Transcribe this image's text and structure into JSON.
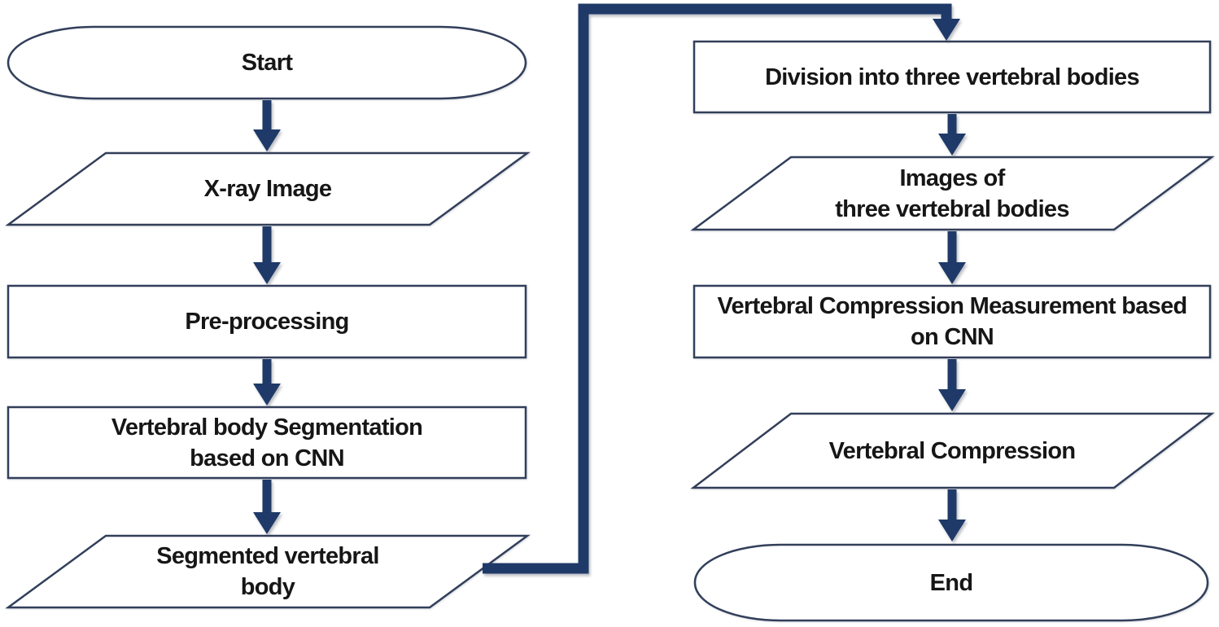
{
  "flowchart": {
    "description": "Flowchart of vertebral compression measurement pipeline based on CNN",
    "colors": {
      "background": "#ffffff",
      "shape_fill": "#ffffff",
      "shape_outline": "#323f5a",
      "arrow": "#1f3a68",
      "text": "#161616"
    },
    "nodes": {
      "start": {
        "shape": "terminator",
        "label": "Start"
      },
      "xray_image": {
        "shape": "data-parallelogram",
        "label": "X-ray Image"
      },
      "preprocessing": {
        "shape": "process",
        "label": "Pre-processing"
      },
      "segmentation": {
        "shape": "process",
        "label": "Vertebral body Segmentation\nbased on CNN"
      },
      "segmented_body": {
        "shape": "data-parallelogram",
        "label": "Segmented vertebral\nbody"
      },
      "division": {
        "shape": "process",
        "label": "Division into three vertebral bodies"
      },
      "images_three": {
        "shape": "data-parallelogram",
        "label": "Images of\nthree vertebral bodies"
      },
      "measurement": {
        "shape": "process",
        "label": "Vertebral Compression Measurement based\non CNN"
      },
      "compression": {
        "shape": "data-parallelogram",
        "label": "Vertebral Compression"
      },
      "end": {
        "shape": "terminator",
        "label": "End"
      }
    },
    "edges": [
      {
        "from": "start",
        "to": "xray_image",
        "type": "arrow-down"
      },
      {
        "from": "xray_image",
        "to": "preprocessing",
        "type": "arrow-down"
      },
      {
        "from": "preprocessing",
        "to": "segmentation",
        "type": "arrow-down"
      },
      {
        "from": "segmentation",
        "to": "segmented_body",
        "type": "arrow-down"
      },
      {
        "from": "segmented_body",
        "to": "division",
        "type": "elbow-connector-over-top"
      },
      {
        "from": "division",
        "to": "images_three",
        "type": "arrow-down"
      },
      {
        "from": "images_three",
        "to": "measurement",
        "type": "arrow-down"
      },
      {
        "from": "measurement",
        "to": "compression",
        "type": "arrow-down"
      },
      {
        "from": "compression",
        "to": "end",
        "type": "arrow-down"
      }
    ]
  }
}
